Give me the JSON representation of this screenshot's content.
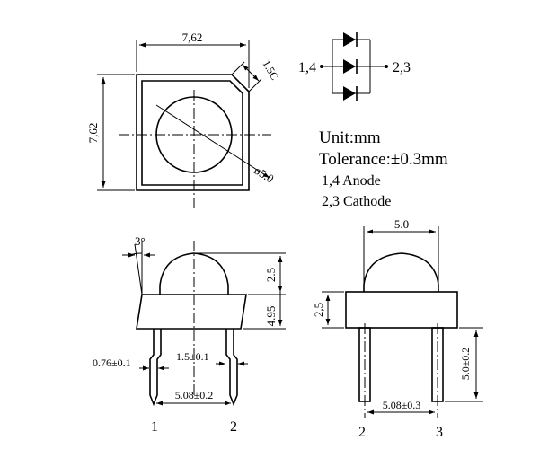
{
  "top_view": {
    "width_label": "7,62",
    "height_label": "7,62",
    "chamfer_label": "1.5C",
    "diameter_label": "ø5.0"
  },
  "schematic": {
    "left_label": "1,4",
    "right_label": "2,3"
  },
  "notes": {
    "unit": "Unit:mm",
    "tolerance": "Tolerance:±0.3mm",
    "anode": "1,4 Anode",
    "cathode": "2,3 Cathode"
  },
  "front_view": {
    "angle_label": "3°",
    "dome_height_label": "2.5",
    "body_height_label": "4.95",
    "lead_width_label": "0.76±0.1",
    "lead_gap_label": "1.5±0.1",
    "pitch_label": "5.08±0.2",
    "pin_left": "1",
    "pin_right": "2"
  },
  "side_view": {
    "dome_width_label": "5.0",
    "body_height_label": "2,5",
    "lead_length_label": "5.0±0.2",
    "pitch_label": "5.08±0.3",
    "pin_left": "2",
    "pin_right": "3"
  }
}
